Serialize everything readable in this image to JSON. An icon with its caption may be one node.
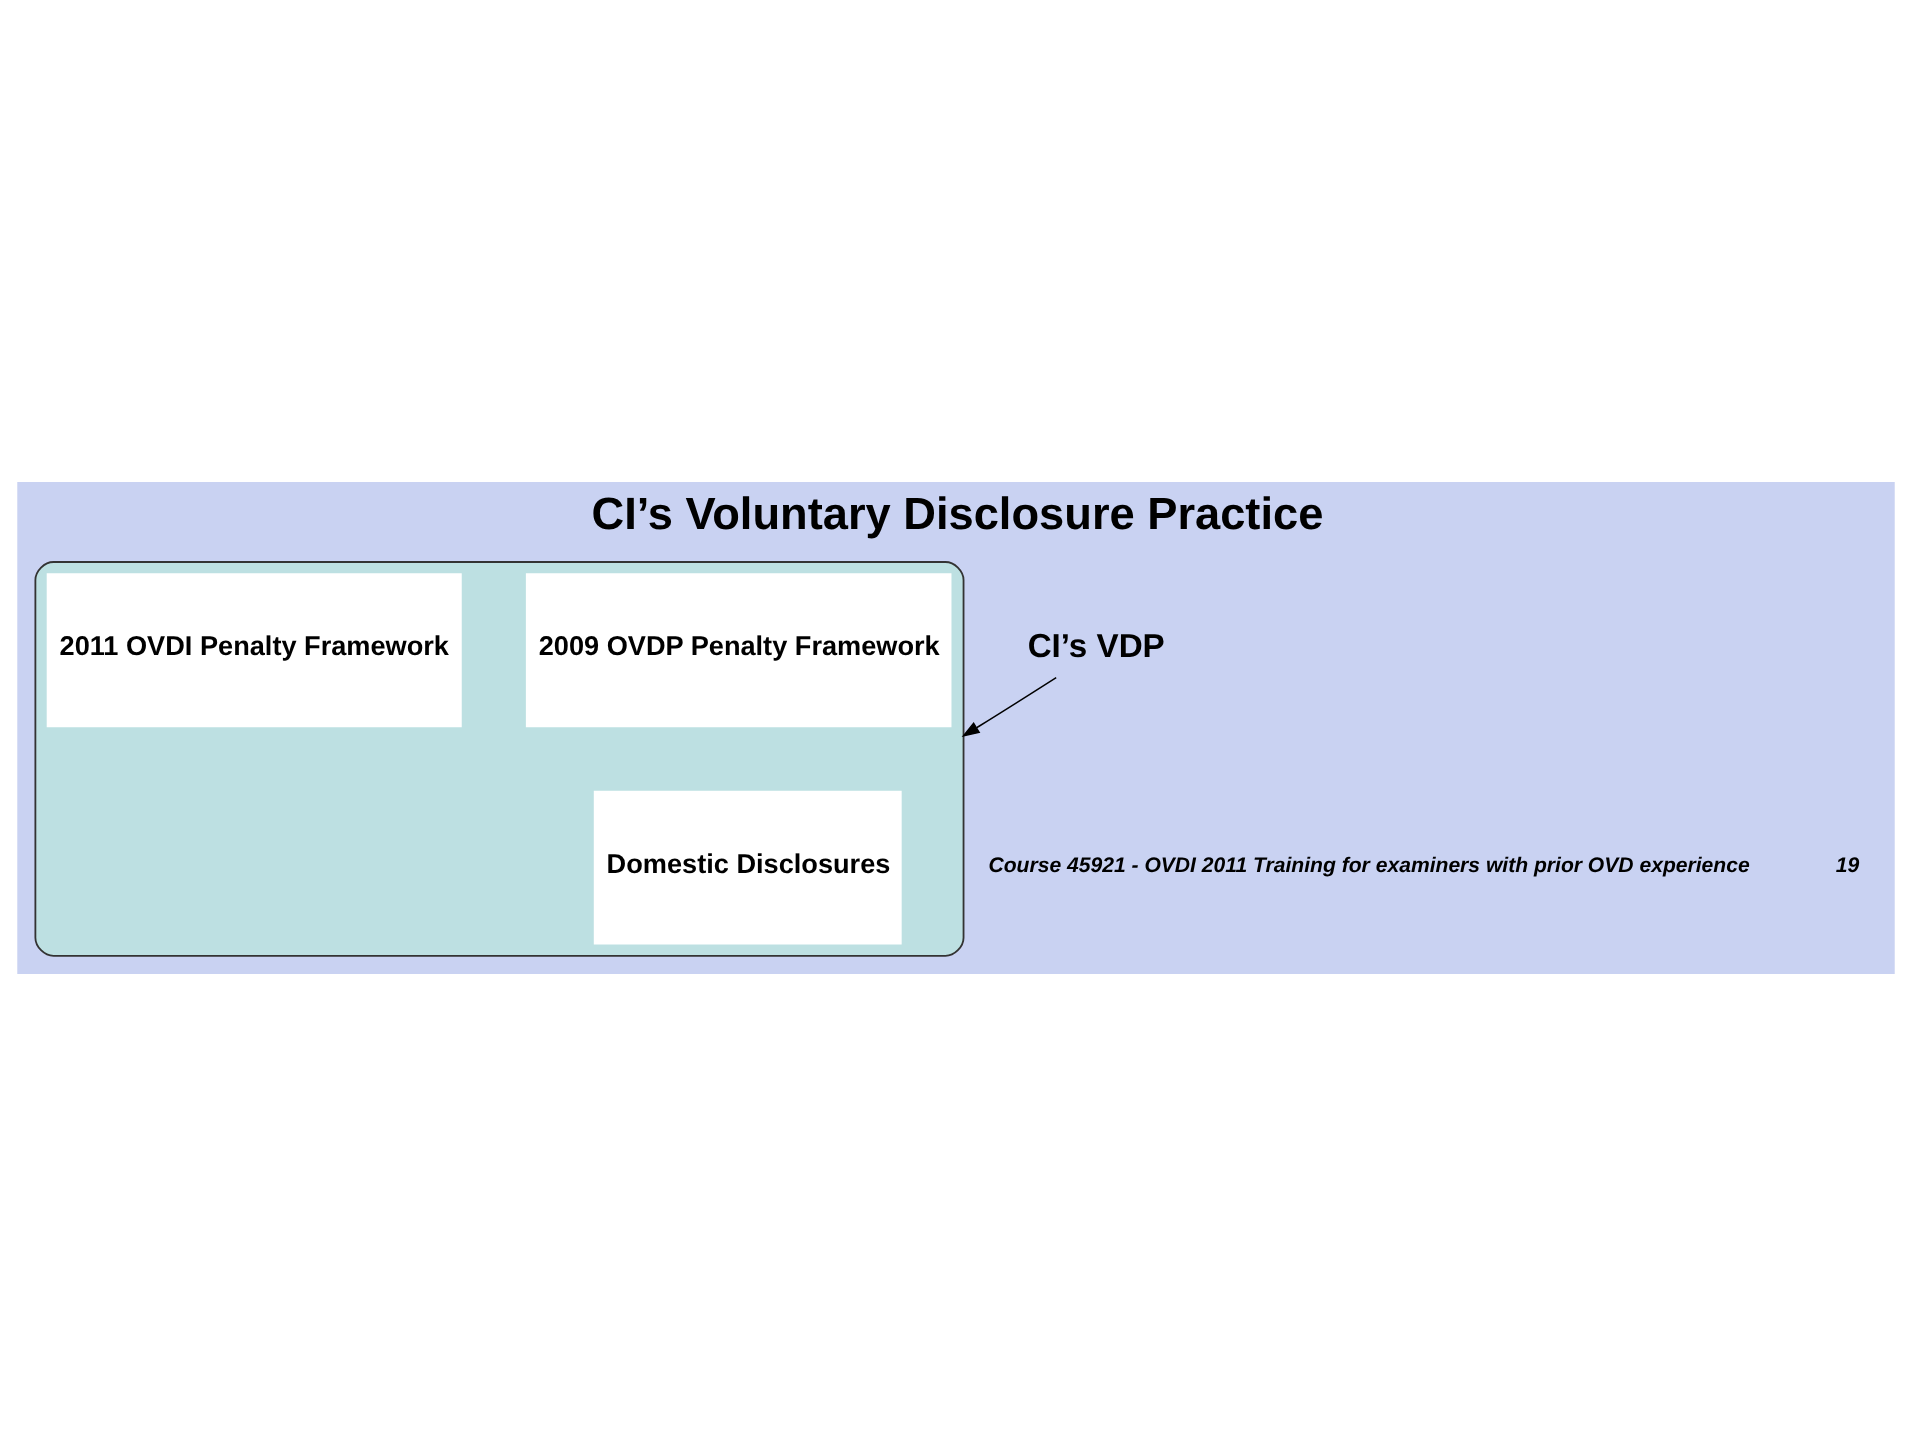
{
  "diagram": {
    "title": "CI’s Voluntary Disclosure Practice",
    "nodes": [
      {
        "text": [],
        "shape": "ellipse"
      },
      {
        "text": [
          "2009 OVDP Penalty Framework"
        ],
        "in": 0
      },
      {
        "text": [
          "2011 OVDI Penalty Framework"
        ],
        "in": 0
      },
      {
        "text": [
          "Domestic Disclosures"
        ],
        "in": 0
      },
      {
        "text": [
          "CI’s VDP"
        ]
      }
    ],
    "edges": [
      {
        "from": 4,
        "to": 0,
        "arrow": "to"
      }
    ],
    "labels": [
      "Course 45921 - OVDI 2011 Training for examiners with prior OVD experience",
      "19"
    ]
  }
}
